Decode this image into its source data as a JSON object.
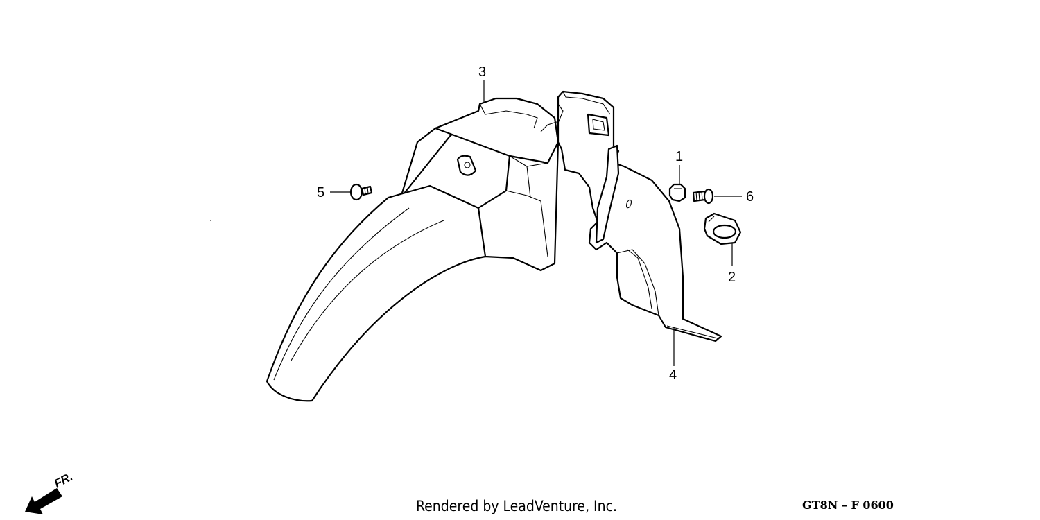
{
  "callouts": {
    "c1": "1",
    "c2": "2",
    "c3": "3",
    "c4": "4",
    "c5": "5",
    "c6": "6"
  },
  "footer": {
    "credit": "Rendered by LeadVenture, Inc.",
    "code": "GT8N – F 0600"
  },
  "direction": {
    "label": "FR.",
    "icon": "front-direction-arrow-icon"
  }
}
